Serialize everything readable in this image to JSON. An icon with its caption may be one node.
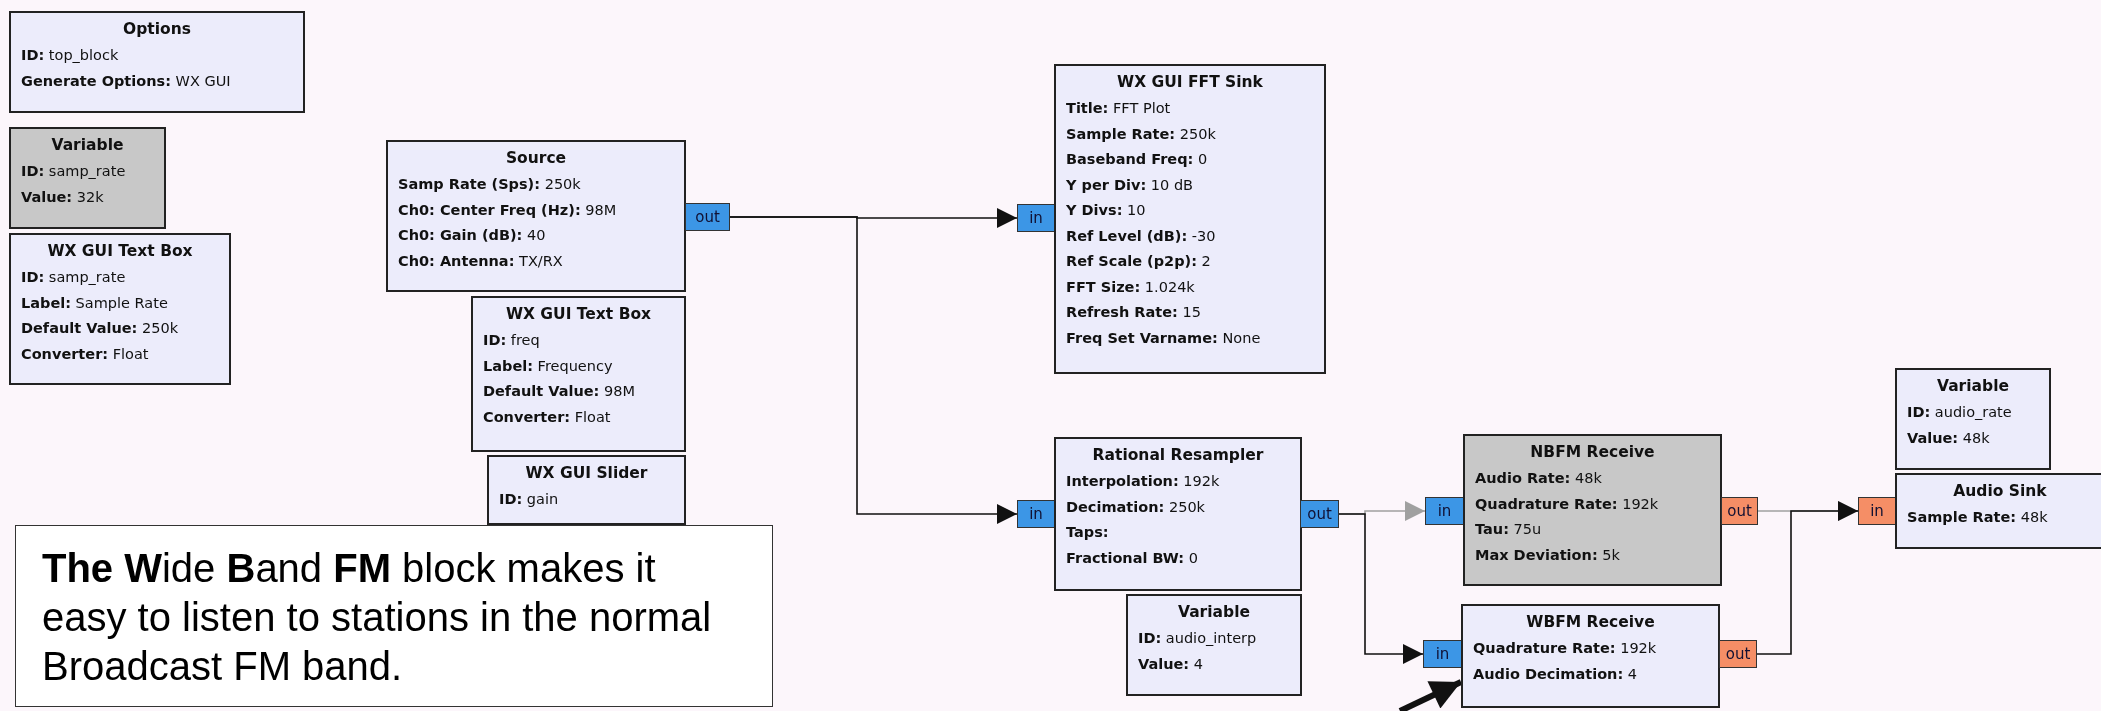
{
  "diagram": {
    "nodes": [
      {
        "text": [
          "Options",
          "**ID:** top_block",
          "**Generate Options:** WX GUI"
        ]
      },
      {
        "text": [
          "Variable",
          "**ID:** samp_rate",
          "**Value:** 32k"
        ]
      },
      {
        "text": [
          "WX GUI Text Box",
          "**ID:** samp_rate",
          "**Label:** Sample Rate",
          "**Default Value:** 250k",
          "**Converter:** Float"
        ]
      },
      {
        "text": [
          "Source",
          "**Samp Rate (Sps):** 250k",
          "**Ch0: Center Freq (Hz):** 98M",
          "**Ch0: Gain (dB):** 40",
          "**Ch0: Antenna:** TX/RX"
        ]
      },
      {
        "text": [
          "out"
        ]
      },
      {
        "text": [
          "WX GUI Text Box",
          "**ID:** freq",
          "**Label:** Frequency",
          "**Default Value:** 98M",
          "**Converter:** Float"
        ]
      },
      {
        "text": [
          "WX GUI Slider",
          "**ID:** gain"
        ]
      },
      {
        "text": [
          "**The W**ide **B**and **FM** block makes it easy to listen to stations in the normal Broadcast FM band."
        ]
      },
      {
        "text": [
          "in"
        ]
      },
      {
        "text": [
          "WX GUI FFT Sink",
          "**Title:** FFT Plot",
          "**Sample Rate:** 250k",
          "**Baseband Freq:** 0",
          "**Y per Div:** 10 dB",
          "**Y Divs:** 10",
          "**Ref Level (dB):** -30",
          "**Ref Scale (p2p):** 2",
          "**FFT Size:** 1.024k",
          "**Refresh Rate:** 15",
          "**Freq Set Varname:** None"
        ]
      },
      {
        "text": [
          "in"
        ]
      },
      {
        "text": [
          "Rational Resampler",
          "**Interpolation:** 192k",
          "**Decimation:** 250k",
          "**Taps:**",
          "**Fractional BW:** 0"
        ]
      },
      {
        "text": [
          "out"
        ]
      },
      {
        "text": [
          "Variable",
          "**ID:** audio_interp",
          "**Value:** 4"
        ]
      },
      {
        "text": [
          "in"
        ]
      },
      {
        "text": [
          "NBFM Receive",
          "**Audio Rate:** 48k",
          "**Quadrature Rate:** 192k",
          "**Tau:** 75u",
          "**Max Deviation:** 5k"
        ]
      },
      {
        "text": [
          "out"
        ]
      },
      {
        "text": [
          "in"
        ]
      },
      {
        "text": [
          "WBFM Receive",
          "**Quadrature Rate:** 192k",
          "**Audio Decimation:** 4"
        ]
      },
      {
        "text": [
          "out"
        ]
      },
      {
        "text": [
          "Variable",
          "**ID:** audio_rate",
          "**Value:** 48k"
        ]
      },
      {
        "text": [
          "in"
        ]
      },
      {
        "text": [
          "Audio Sink",
          "**Sample Rate:** 48k"
        ]
      }
    ],
    "edges": [
      {
        "from": 4,
        "to": 8,
        "arrow": "to"
      },
      {
        "from": 4,
        "to": 10,
        "arrow": "to"
      },
      {
        "from": 12,
        "to": 14,
        "arrow": "to",
        "color": "#a0a0a0"
      },
      {
        "from": 12,
        "to": 17,
        "arrow": "to"
      },
      {
        "from": 16,
        "to": 21,
        "arrow": "to",
        "color": "#a0a0a0"
      },
      {
        "from": 19,
        "to": 21,
        "arrow": "to"
      },
      {
        "from": null,
        "to": 18,
        "arrow": "to",
        "style": "thick"
      }
    ]
  }
}
